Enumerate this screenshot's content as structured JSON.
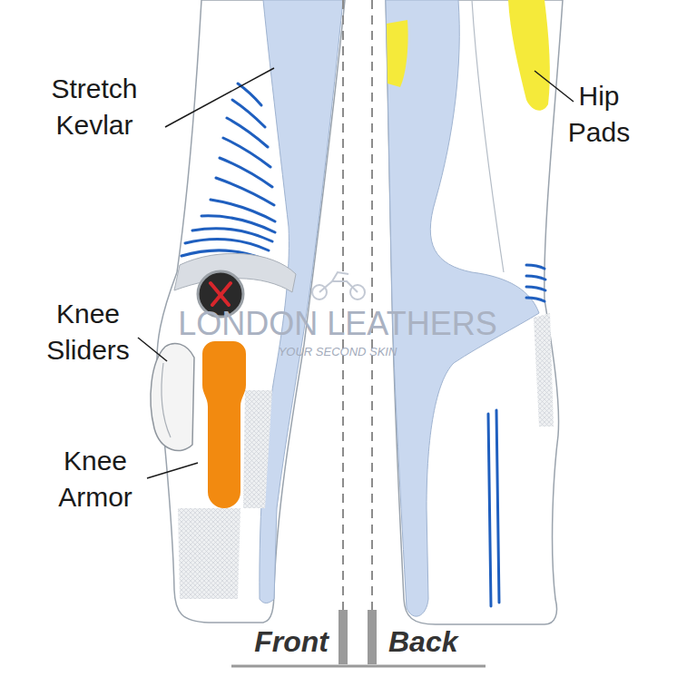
{
  "diagram": {
    "labels": [
      "Stretch Kevlar",
      "Hip Pads",
      "Knee Sliders",
      "Knee Armor",
      "LONDON LEATHERS",
      "YOUR SECOND SKIN",
      "Front",
      "Back"
    ]
  }
}
